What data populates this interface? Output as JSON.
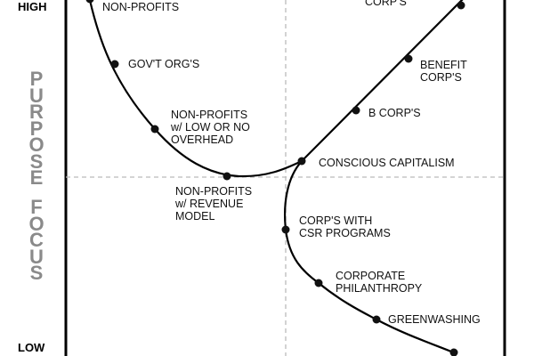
{
  "axis": {
    "y_label_top": "PURPOSE",
    "y_label_bottom": "FOCUS",
    "high": "HIGH",
    "low": "LOW"
  },
  "points": [
    {
      "label": "NON-PROFITS"
    },
    {
      "label": "GOV'T ORG'S"
    },
    {
      "label": "NON-PROFITS\nw/ LOW OR NO\nOVERHEAD"
    },
    {
      "label": "NON-PROFITS\nw/ REVENUE\nMODEL"
    },
    {
      "label": "CONSCIOUS CAPITALISM"
    },
    {
      "label": "B CORP'S"
    },
    {
      "label": "BENEFIT\nCORP'S"
    },
    {
      "label": "CORP'S"
    },
    {
      "label": "CORP'S WITH\nCSR PROGRAMS"
    },
    {
      "label": "CORPORATE\nPHILANTHROPY"
    },
    {
      "label": "GREENWASHING"
    }
  ]
}
